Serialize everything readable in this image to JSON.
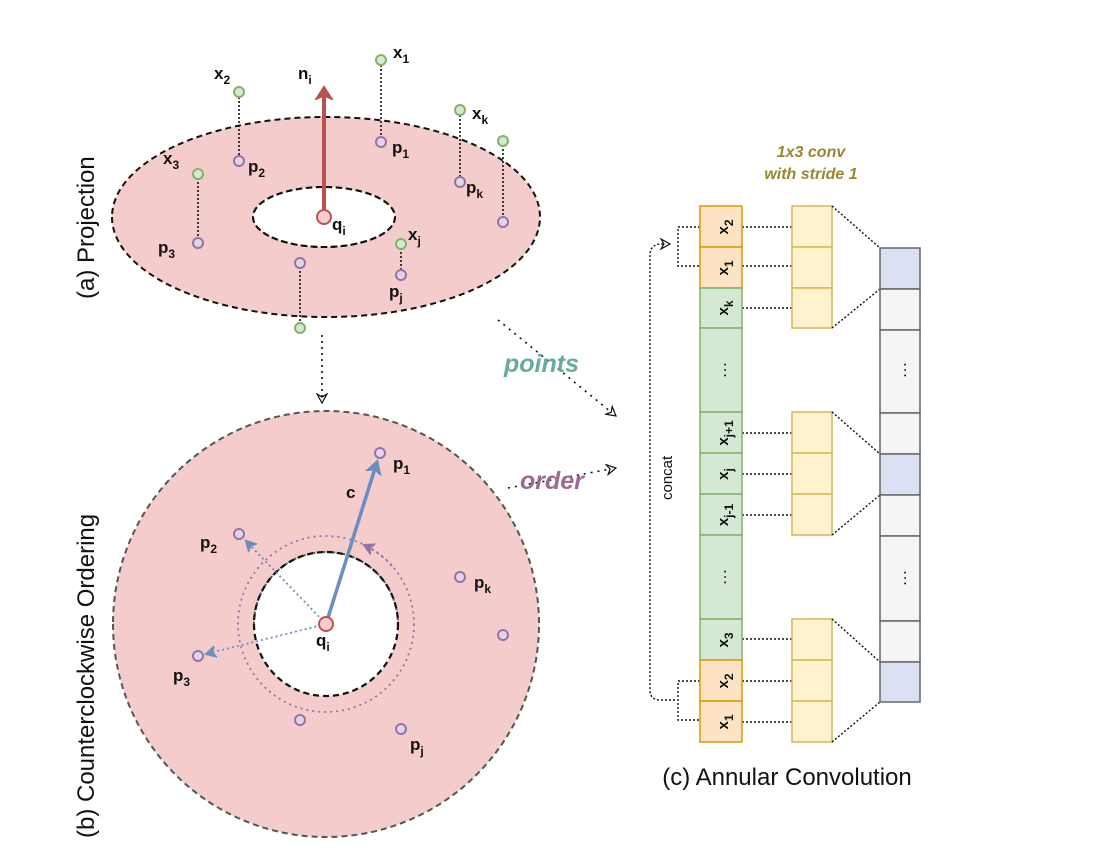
{
  "panel_a": {
    "caption": "(a) Projection",
    "normal_label": "n",
    "normal_sub": "i",
    "center_label": "q",
    "center_sub": "i",
    "x_labels": [
      {
        "main": "x",
        "sub": "1"
      },
      {
        "main": "x",
        "sub": "2"
      },
      {
        "main": "x",
        "sub": "3"
      },
      {
        "main": "x",
        "sub": "k"
      },
      {
        "main": "x",
        "sub": "j"
      }
    ],
    "p_labels": [
      {
        "main": "p",
        "sub": "1"
      },
      {
        "main": "p",
        "sub": "2"
      },
      {
        "main": "p",
        "sub": "3"
      },
      {
        "main": "p",
        "sub": "k"
      },
      {
        "main": "p",
        "sub": "j"
      }
    ]
  },
  "panel_b": {
    "caption": "(b) Counterclockwise Ordering",
    "c_label": "c",
    "center_label": "q",
    "center_sub": "i",
    "p_labels": [
      {
        "main": "p",
        "sub": "1"
      },
      {
        "main": "p",
        "sub": "2"
      },
      {
        "main": "p",
        "sub": "3"
      },
      {
        "main": "p",
        "sub": "k"
      },
      {
        "main": "p",
        "sub": "j"
      }
    ]
  },
  "flow": {
    "points_label": "points",
    "order_label": "order"
  },
  "panel_c": {
    "caption": "(c) Annular Convolution",
    "conv_line1": "1x3 conv",
    "conv_line2": "with stride 1",
    "concat_label": "concat",
    "column_cells": [
      {
        "main": "x",
        "sub": "2",
        "type": "wrap"
      },
      {
        "main": "x",
        "sub": "1",
        "type": "wrap"
      },
      {
        "main": "x",
        "sub": "k",
        "type": "point"
      },
      {
        "main": "…",
        "sub": "",
        "type": "gap"
      },
      {
        "main": "x",
        "sub": "j+1",
        "type": "point"
      },
      {
        "main": "x",
        "sub": "j",
        "type": "point"
      },
      {
        "main": "x",
        "sub": "j-1",
        "type": "point"
      },
      {
        "main": "…",
        "sub": "",
        "type": "gap"
      },
      {
        "main": "x",
        "sub": "3",
        "type": "point"
      },
      {
        "main": "x",
        "sub": "2",
        "type": "wrap"
      },
      {
        "main": "x",
        "sub": "1",
        "type": "wrap"
      }
    ],
    "output_dots": "…"
  },
  "colors": {
    "annulus_fill": "#f4cccc",
    "wrap_cell": "#fde3c3",
    "point_cell": "#d5e8d4",
    "kernel_cell": "#fff2cc",
    "output_highlight": "#dae1f5",
    "output_plain": "#f5f5f5",
    "normal_arrow": "#b85450",
    "c_arrow": "#6c8ebf",
    "order_arrow": "#9673a6",
    "points_text": "#67ab9f",
    "order_text": "#9b6b94",
    "conv_text": "#9c8530"
  }
}
